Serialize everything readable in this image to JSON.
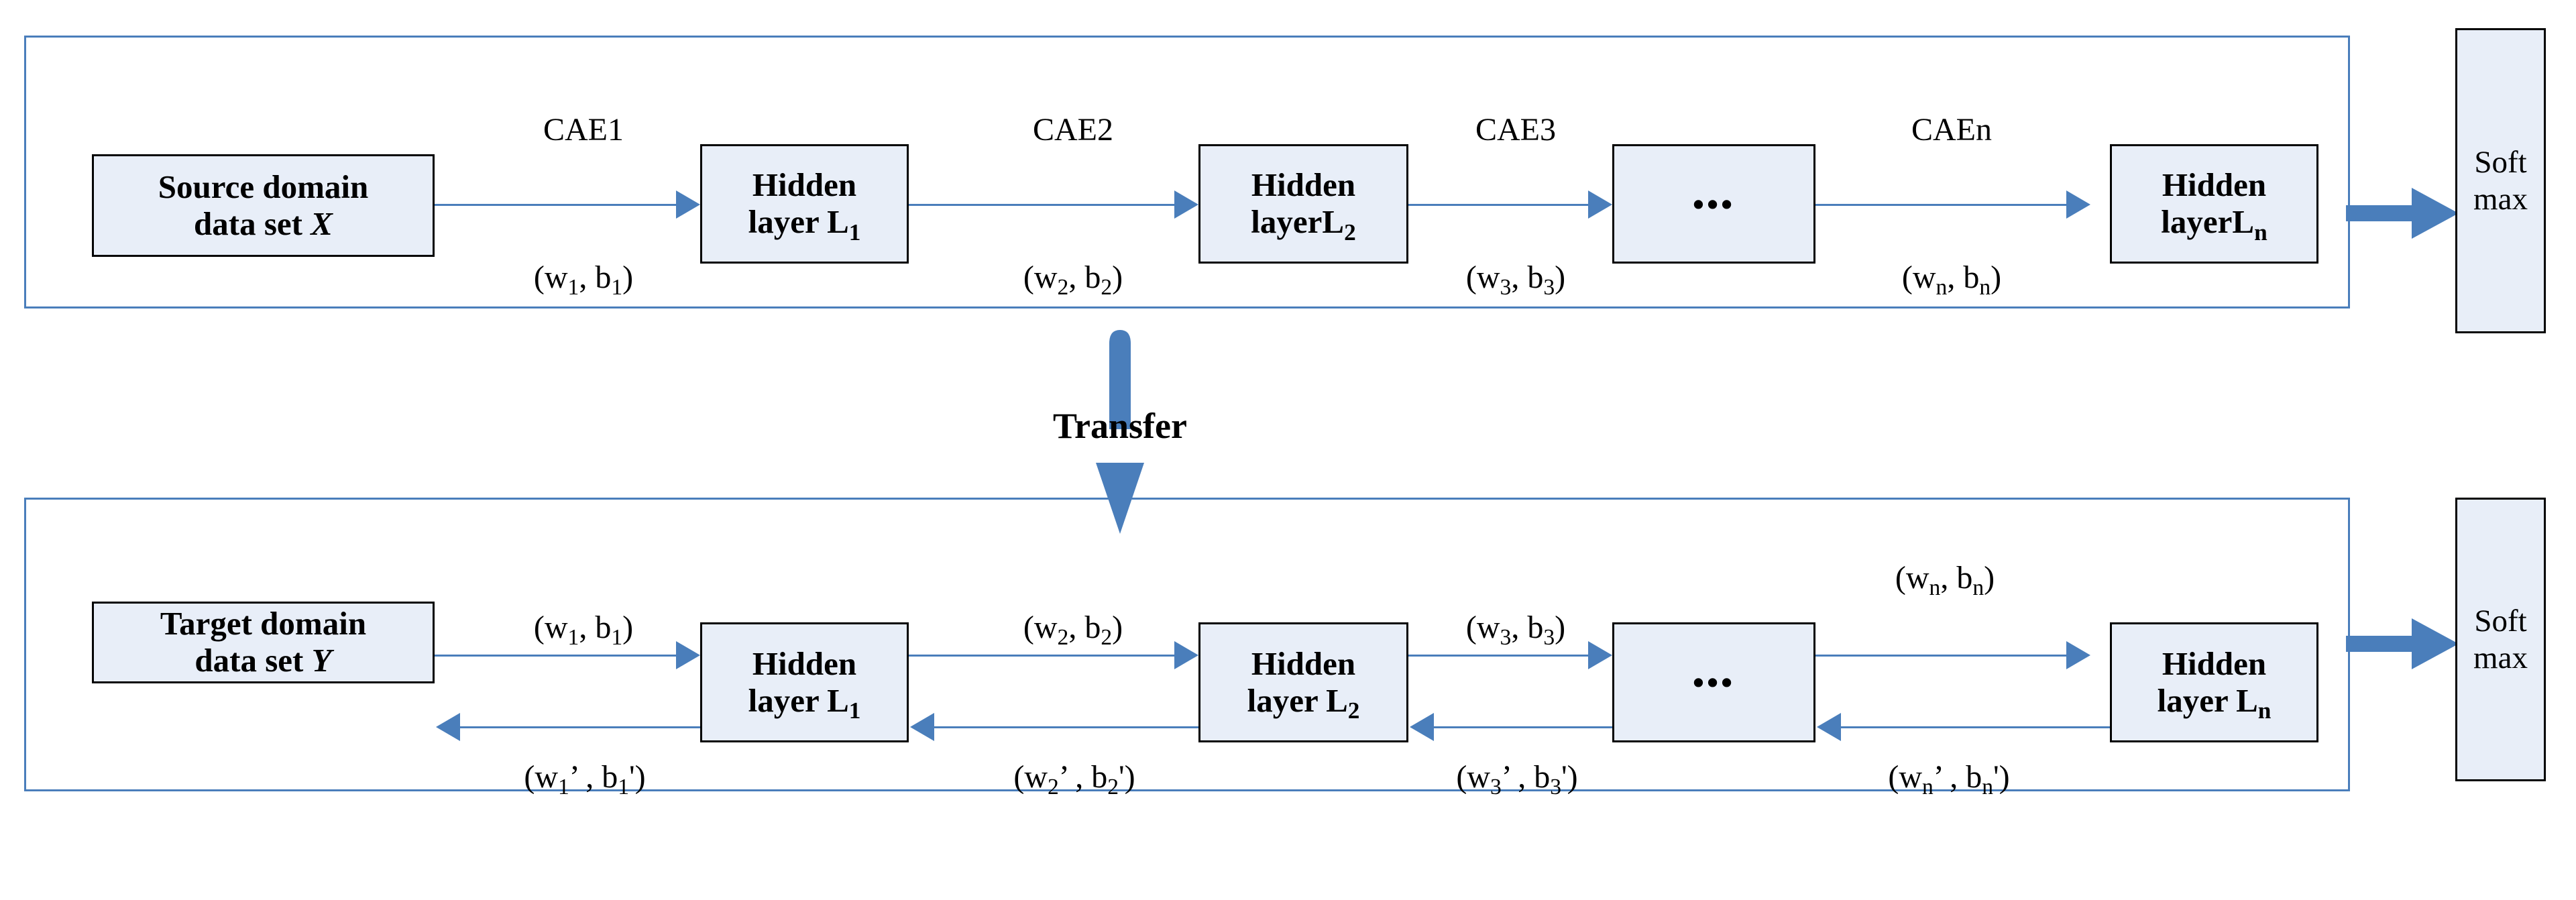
{
  "diagram": {
    "title": "Transfer learning architecture with stacked convolutional auto-encoders",
    "colors": {
      "panel_border": "#4a7ebb",
      "arrow_blue": "#4a7ebb",
      "block_arrow_blue": "#4a7ebb",
      "node_fill": "#e8eef8",
      "node_border": "#000000",
      "text": "#000000"
    }
  },
  "source_panel": {
    "name": "source-domain-panel",
    "data_box": {
      "line1": "Source domain",
      "line2_prefix": "data set ",
      "line2_var": "X"
    },
    "nodes": [
      {
        "line1": "Hidden",
        "line2": "layer L",
        "sub": "1"
      },
      {
        "line1": "Hidden",
        "line2": "layerL",
        "sub": "2"
      },
      {
        "line1": "",
        "line2": "",
        "sub": "",
        "ellipsis": "•••"
      },
      {
        "line1": "Hidden",
        "line2": "layerL",
        "sub": "n"
      }
    ],
    "edges": [
      {
        "top": "CAE1",
        "bottom_prefix": "(w",
        "bottom_sub1": "1",
        "bottom_mid": ", b",
        "bottom_sub2": "1",
        "bottom_suffix": ")"
      },
      {
        "top": "CAE2",
        "bottom_prefix": "(w",
        "bottom_sub1": "2",
        "bottom_mid": ", b",
        "bottom_sub2": "2",
        "bottom_suffix": ")"
      },
      {
        "top": "CAE3",
        "bottom_prefix": "(w",
        "bottom_sub1": "3",
        "bottom_mid": ", b",
        "bottom_sub2": "3",
        "bottom_suffix": ")"
      },
      {
        "top": "CAEn",
        "bottom_prefix": "(w",
        "bottom_sub1": "n",
        "bottom_mid": ", b",
        "bottom_sub2": "n",
        "bottom_suffix": ")"
      }
    ],
    "softmax": {
      "line1": "Soft",
      "line2": "max"
    }
  },
  "transfer": {
    "label": "Transfer"
  },
  "target_panel": {
    "name": "target-domain-panel",
    "data_box": {
      "line1": "Target domain",
      "line2_prefix": "data set ",
      "line2_var": "Y"
    },
    "nodes": [
      {
        "line1": "Hidden",
        "line2": "layer L",
        "sub": "1"
      },
      {
        "line1": "Hidden",
        "line2": "layer L",
        "sub": "2"
      },
      {
        "line1": "",
        "line2": "",
        "sub": "",
        "ellipsis": "•••"
      },
      {
        "line1": "Hidden",
        "line2": "layer L",
        "sub": "n"
      }
    ],
    "edges_forward": [
      {
        "prefix": "(w",
        "sub1": "1",
        "mid": ", b",
        "sub2": "1",
        "suffix": ")"
      },
      {
        "prefix": "(w",
        "sub1": "2",
        "mid": ", b",
        "sub2": "2",
        "suffix": ")"
      },
      {
        "prefix": "(w",
        "sub1": "3",
        "mid": ", b",
        "sub2": "3",
        "suffix": ")"
      },
      {
        "prefix": "(w",
        "sub1": "n",
        "mid": ", b",
        "sub2": "n",
        "suffix": ")"
      }
    ],
    "edges_backward": [
      {
        "prefix": "(w",
        "sub1": "1",
        "mid": "’ , b",
        "sub2": "1",
        "suffix": "')"
      },
      {
        "prefix": "(w",
        "sub1": "2",
        "mid": "’ , b",
        "sub2": "2",
        "suffix": "')"
      },
      {
        "prefix": "(w",
        "sub1": "3",
        "mid": "’ , b",
        "sub2": "3",
        "suffix": "')"
      },
      {
        "prefix": "(w",
        "sub1": "n",
        "mid": "’ , b",
        "sub2": "n",
        "suffix": "')"
      }
    ],
    "softmax": {
      "line1": "Soft",
      "line2": "max"
    }
  }
}
